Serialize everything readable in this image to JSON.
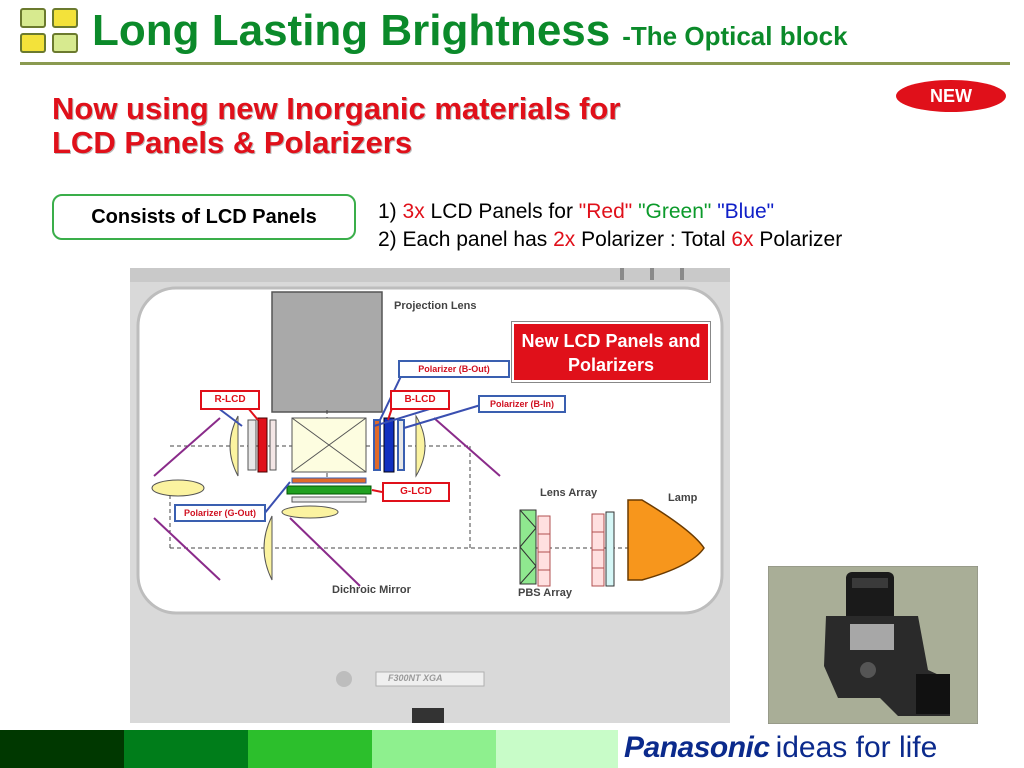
{
  "slide": {
    "title": "Long Lasting Brightness",
    "subtitle": "-The Optical block",
    "badge": "NEW",
    "headline_line1": "Now using new Inorganic materials for",
    "headline_line2": "LCD Panels & Polarizers",
    "consists_box": "Consists of LCD Panels"
  },
  "description": {
    "line1": {
      "prefix": "1) ",
      "count": "3x",
      "mid": " LCD Panels for ",
      "red": "\"Red\"",
      "green": "\"Green\"",
      "blue": "\"Blue\""
    },
    "line2": {
      "prefix": "2) Each panel has ",
      "count": "2x",
      "mid": " Polarizer : Total ",
      "total": "6x",
      "suffix": " Polarizer"
    }
  },
  "diagram": {
    "projection_lens": "Projection Lens",
    "callout": "New LCD Panels and Polarizers",
    "r_lcd": "R-LCD",
    "b_lcd": "B-LCD",
    "g_lcd": "G-LCD",
    "polarizer_b_out": "Polarizer (B-Out)",
    "polarizer_b_in": "Polarizer (B-In)",
    "polarizer_g_out": "Polarizer (G-Out)",
    "lens_array": "Lens Array",
    "lamp": "Lamp",
    "pbs_array": "PBS Array",
    "dichroic_mirror": "Dichroic Mirror",
    "model_plate": "F300NT XGA"
  },
  "footer": {
    "brand": "Panasonic",
    "tagline": "ideas for life",
    "segment_colors": [
      "#003800",
      "#007d1a",
      "#2cbf2c",
      "#8ef08e",
      "#c8fcc8"
    ]
  },
  "colors": {
    "title_green": "#0b8a2a",
    "accent_red": "#e0101a",
    "brand_blue": "#0b2a8c"
  }
}
